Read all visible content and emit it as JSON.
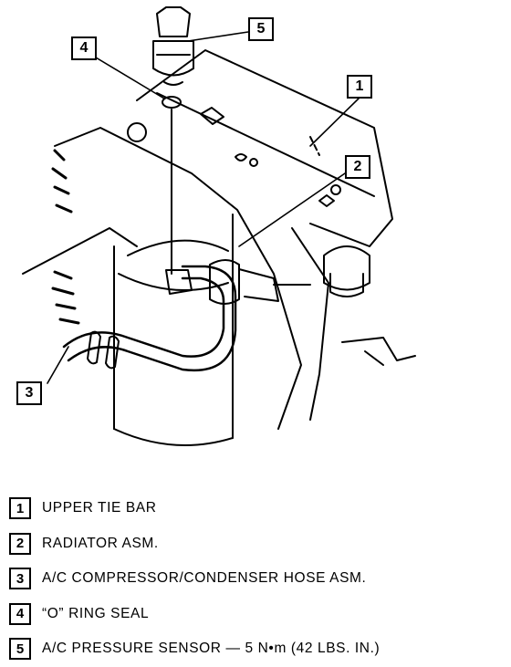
{
  "callouts": [
    "1",
    "2",
    "3",
    "4",
    "5"
  ],
  "legend": [
    {
      "num": "1",
      "text": "UPPER TIE BAR"
    },
    {
      "num": "2",
      "text": "RADIATOR ASM."
    },
    {
      "num": "3",
      "text": "A/C COMPRESSOR/CONDENSER HOSE ASM."
    },
    {
      "num": "4",
      "text": "“O” RING SEAL"
    },
    {
      "num": "5",
      "text": "A/C PRESSURE SENSOR — 5 N•m (42 LBS. IN.)"
    }
  ]
}
